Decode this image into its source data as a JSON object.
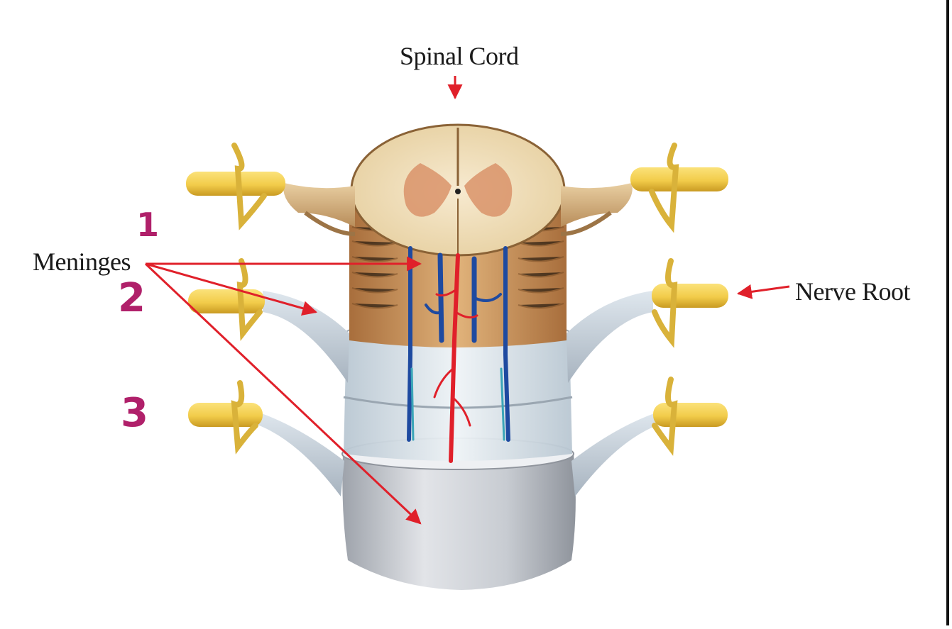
{
  "labels": {
    "spinal_cord": "Spinal Cord",
    "meninges": "Meninges",
    "nerve_root": "Nerve Root"
  },
  "annotations": [
    "1",
    "2",
    "3"
  ],
  "colors": {
    "arrow": "#e0202a",
    "handwriting": "#b0206a",
    "nerve": "#f2cc4a",
    "cord": "#c9955f",
    "pia": "#dfe8ee",
    "dura": "#c8ccd2",
    "gray_matter": "#d9936a",
    "artery": "#e0202a",
    "vein": "#1e4aa0"
  }
}
